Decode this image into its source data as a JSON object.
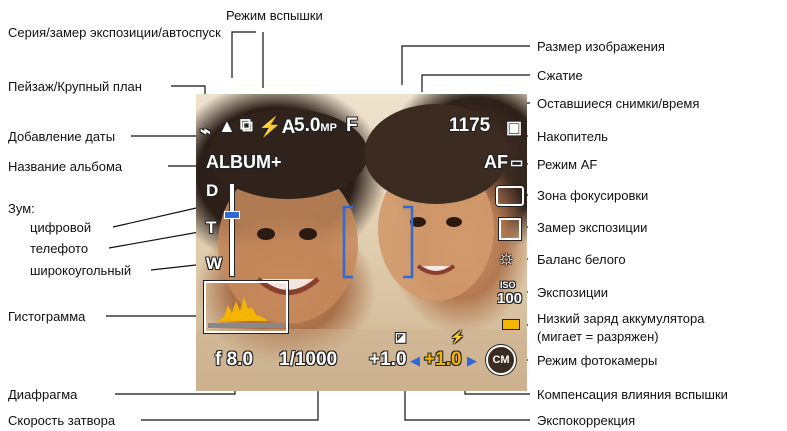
{
  "labels": {
    "top_center": "Режим вспышки",
    "left": [
      "Серия/замер экспозиции/автоспуск",
      "Пейзаж/Крупный план",
      "Добавление даты",
      "Название альбома",
      "Зум:",
      "цифровой",
      "телефото",
      "широкоугольный",
      "Гистограмма",
      "Диафрагма",
      "Скорость затвора"
    ],
    "right": [
      "Размер изображения",
      "Сжатие",
      "Оставшиеся снимки/время",
      "Накопитель",
      "Режим AF",
      "Зона фокусировки",
      "Замер экспозиции",
      "Баланс белого",
      "Экспозиции",
      "Низкий заряд аккумулятора",
      "(мигает = разряжен)",
      "Режим фотокамеры",
      "Компенсация влияния вспышки",
      "Экспокоррекция"
    ]
  },
  "screen": {
    "flash_mode": "⚡A",
    "image_size": "5.0",
    "image_size_unit": "MP",
    "compression": "F",
    "remaining": "1175",
    "album": "ALBUM+",
    "af_mode": "AF",
    "zoom_d": "D",
    "zoom_t": "T",
    "zoom_w": "W",
    "iso_top": "ISO",
    "iso_value": "100",
    "aperture": "f 8.0",
    "shutter": "1/1000",
    "exposure_comp": "+1.0",
    "flash_comp": "+1.0",
    "camera_mode": "CM"
  },
  "colors": {
    "accent_yellow": "#f4b400",
    "focus_bracket": "#2f6ad9",
    "histogram": "#f4b400"
  }
}
